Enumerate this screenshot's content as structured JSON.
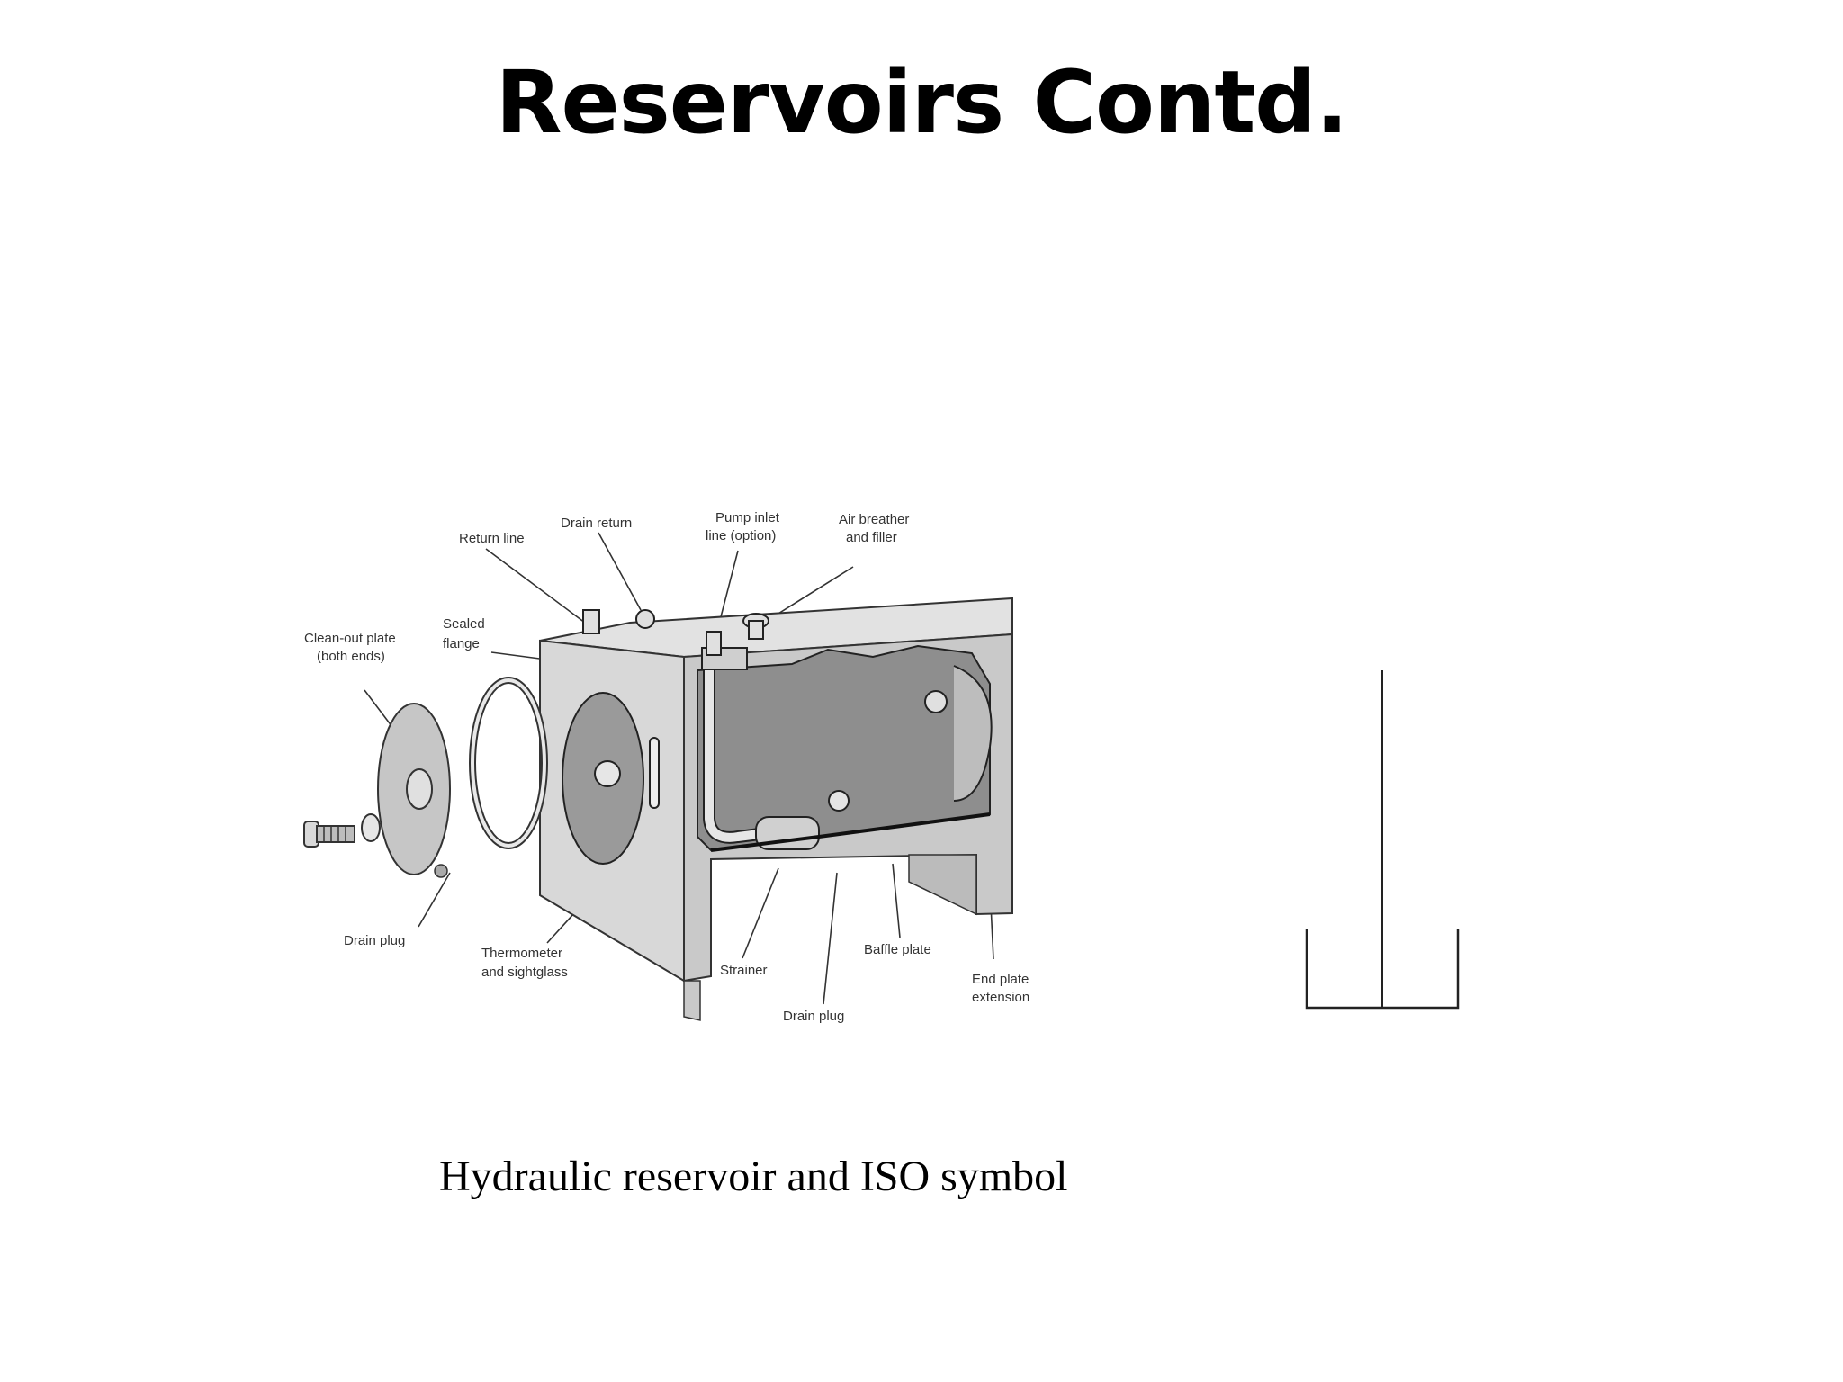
{
  "slide": {
    "title": "Reservoirs Contd.",
    "caption": "Hydraulic reservoir and ISO symbol"
  },
  "diagram": {
    "labels": {
      "return_line": "Return line",
      "drain_return": "Drain return",
      "pump_inlet_1": "Pump inlet",
      "pump_inlet_2": "line (option)",
      "air_breather_1": "Air breather",
      "air_breather_2": "and filler",
      "clean_out_1": "Clean-out plate",
      "clean_out_2": "(both ends)",
      "sealed_flange_1": "Sealed",
      "sealed_flange_2": "flange",
      "drain_plug_left": "Drain plug",
      "thermometer_1": "Thermometer",
      "thermometer_2": "and sightglass",
      "strainer": "Strainer",
      "baffle_plate": "Baffle plate",
      "drain_plug_bottom": "Drain plug",
      "end_plate_1": "End plate",
      "end_plate_2": "extension"
    }
  },
  "colors": {
    "tank_face": "#d6d6d6",
    "tank_side": "#c4c4c4",
    "interior": "#8e8e8e",
    "line": "#333333"
  }
}
